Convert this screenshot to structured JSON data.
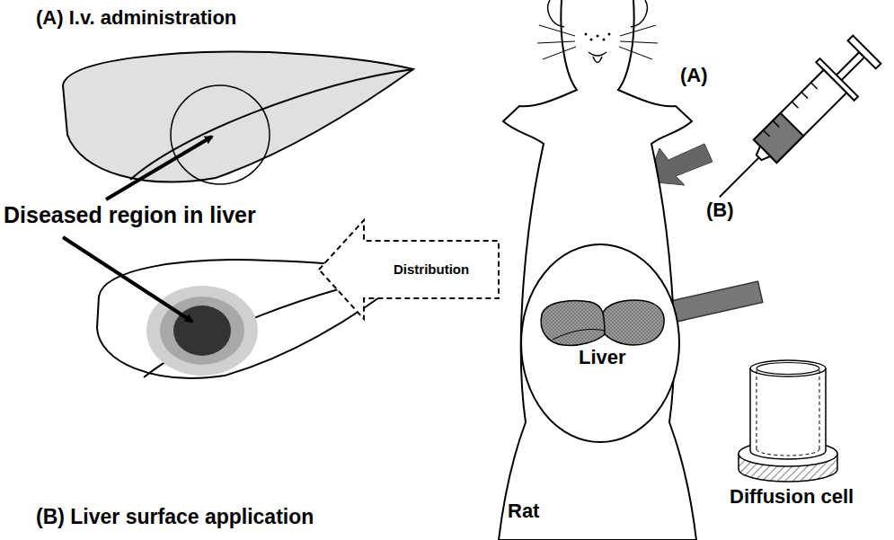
{
  "diagram": {
    "nodes": [
      {
        "text": [
          "Rat"
        ]
      },
      {
        "text": [
          "Liver"
        ],
        "in": 0
      }
    ],
    "labels": [
      "(A) I.v. administration",
      "(A)",
      "Diseased region in liver",
      "Distribution",
      "(B)",
      "Diffusion cell",
      "(B) Liver surface application"
    ]
  }
}
